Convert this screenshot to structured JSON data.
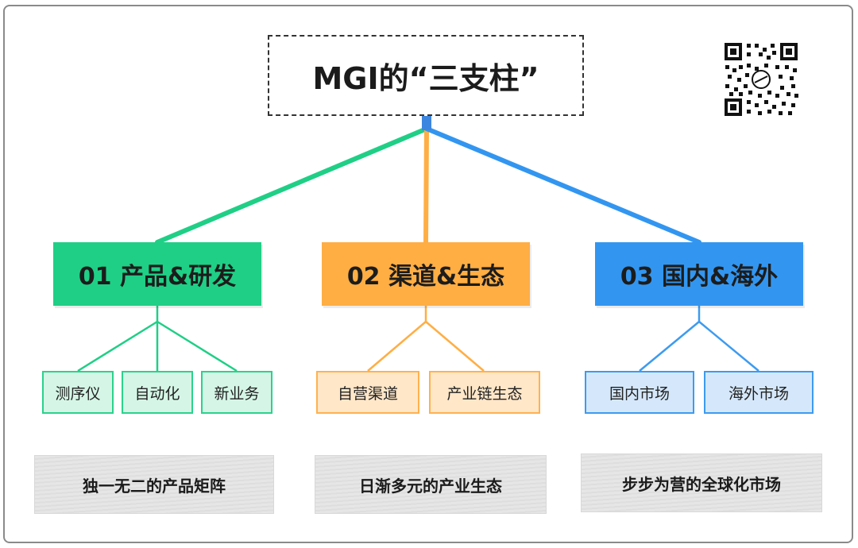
{
  "title": "MGI的“三支柱”",
  "pillars": [
    {
      "label": "01 产品&研发",
      "color": "#1fcf86",
      "children": [
        "测序仪",
        "自动化",
        "新业务"
      ],
      "caption": "独一无二的产品矩阵"
    },
    {
      "label": "02 渠道&生态",
      "color": "#ffae44",
      "children": [
        "自营渠道",
        "产业链生态"
      ],
      "caption": "日渐多元的产业生态"
    },
    {
      "label": "03 国内&海外",
      "color": "#3296f0",
      "children": [
        "国内市场",
        "海外市场"
      ],
      "caption": "步步为营的全球化市场"
    }
  ],
  "qr_icon": "qr-code-icon"
}
